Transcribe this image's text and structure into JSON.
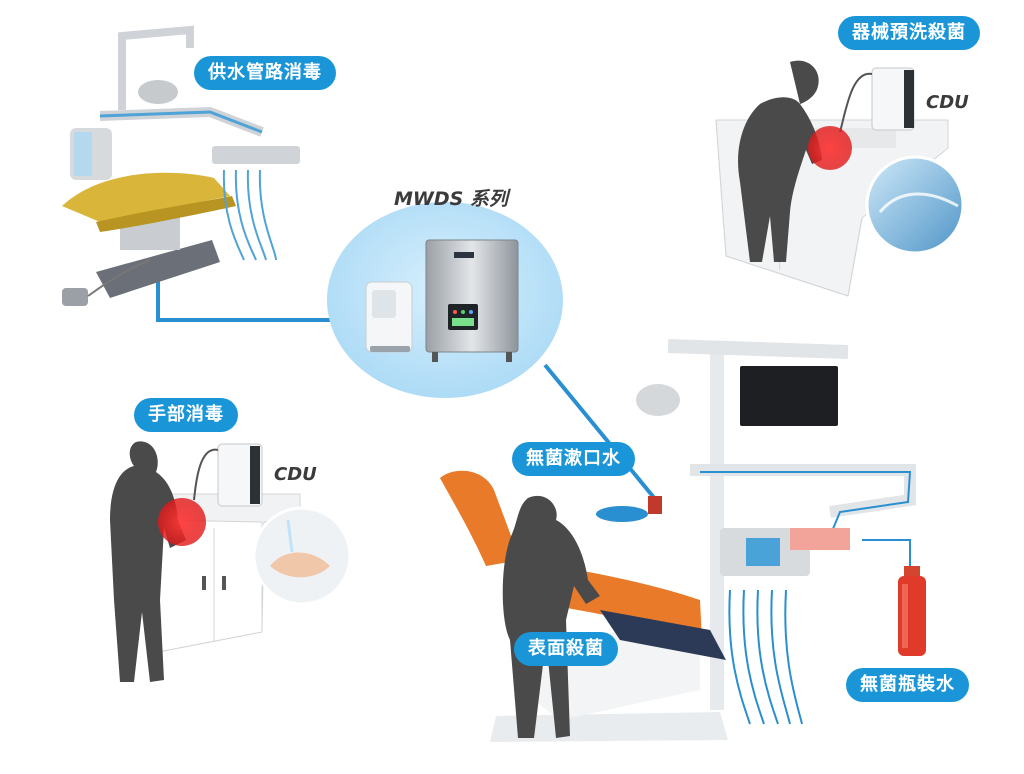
{
  "center": {
    "series_label": "MWDS 系列"
  },
  "labels": {
    "water_line": "供水管路消毒",
    "instrument_prewash": "器械預洗殺菌",
    "hand_disinfection": "手部消毒",
    "sterile_rinse_water": "無菌漱口水",
    "surface_sterilization": "表面殺菌",
    "sterile_bottled_water": "無菌瓶裝水",
    "cdu_top": "CDU",
    "cdu_left": "CDU"
  },
  "colors": {
    "accent": "#1a96d8",
    "pipe": "#2a8fd0",
    "bubble": "#bfe3f8",
    "silhouette": "#4a4a4a",
    "red_spot": "#e02020",
    "chair_yellow": "#d9b53a",
    "chair_orange": "#e87a2a",
    "bottle_red": "#e03a2a"
  },
  "icons": {
    "water_line": "dental-chair-illustration",
    "instrument_prewash": "person-at-sink-illustration",
    "hand_disinfection": "person-washing-hands-illustration",
    "surface_sterilization": "person-cleaning-chair-illustration",
    "sterile_bottled_water": "water-bottle-illustration"
  }
}
